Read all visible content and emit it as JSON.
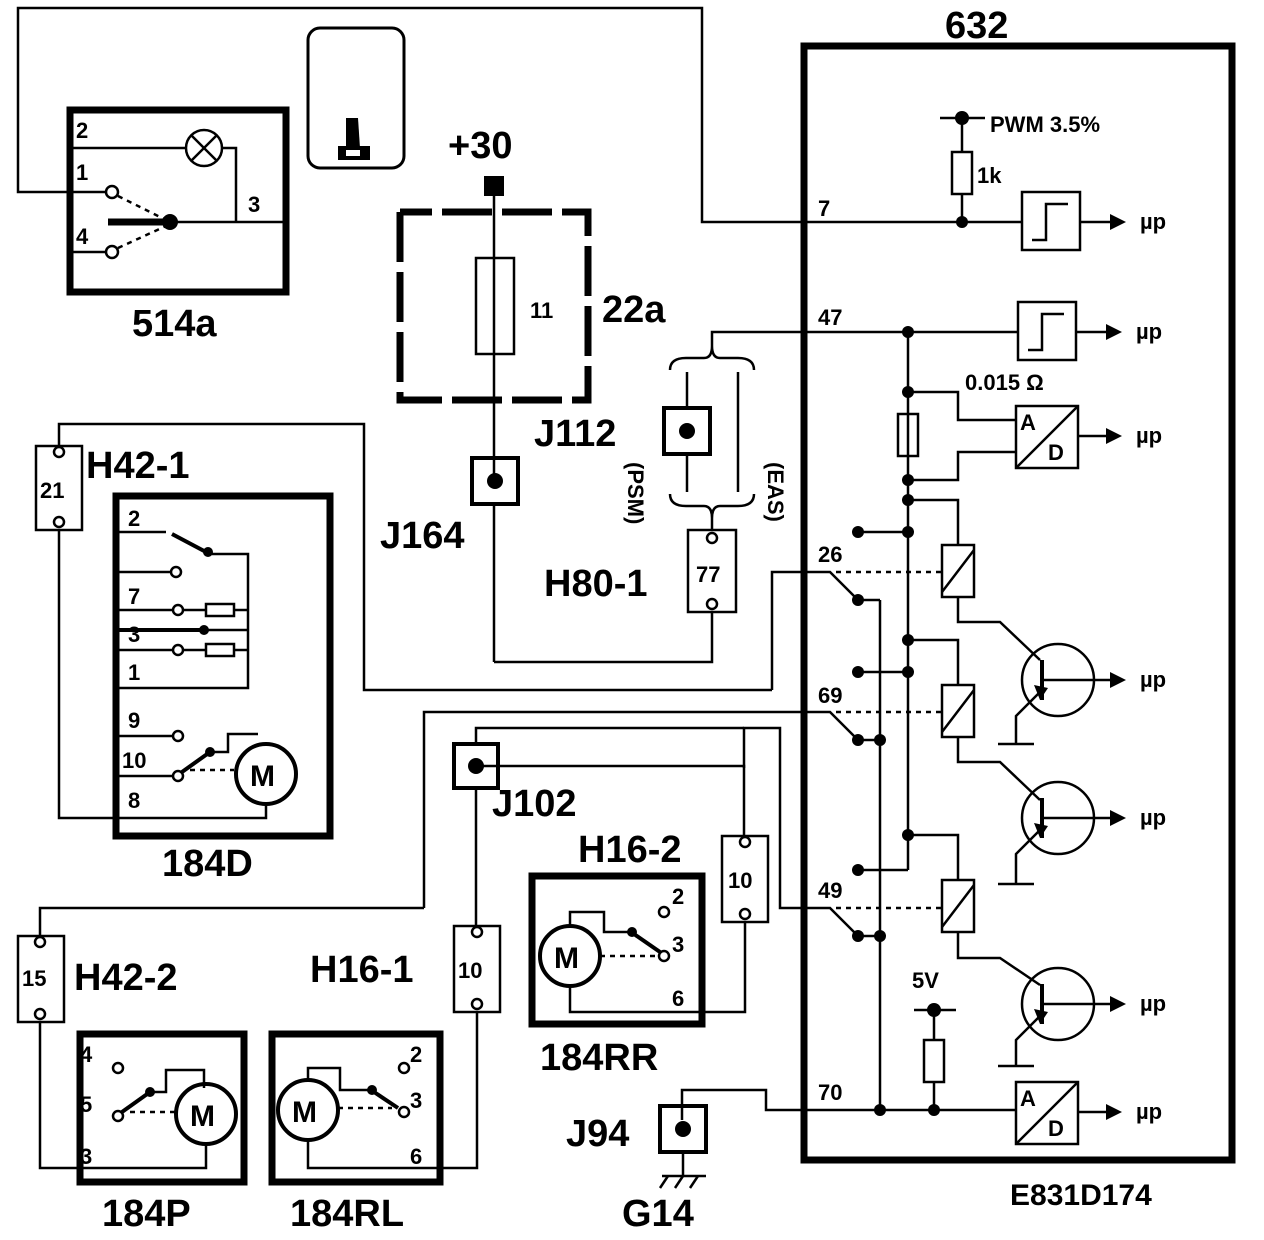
{
  "labels": {
    "ecu": "632",
    "ecu_code": "E831D174",
    "supply": "+30",
    "fuse_box": "22a",
    "fuse": "11",
    "pwm": "PWM 3.5%",
    "r1k": "1k",
    "shunt": "0.015 Ω",
    "v5": "5V",
    "up": "µp",
    "ad_a": "A",
    "ad_d": "D",
    "psm": "(PSM)",
    "eas": "(EAS)",
    "motor": "M",
    "pin7": "7",
    "pin47": "47",
    "pin26": "26",
    "pin69": "69",
    "pin49": "49",
    "pin70": "70"
  },
  "components": {
    "switch514a": {
      "name": "514a",
      "pins": [
        "2",
        "1",
        "4",
        "3"
      ]
    },
    "j164": "J164",
    "j112": "J112",
    "j102": "J102",
    "j94": "J94",
    "g14": "G14",
    "h80_1": {
      "name": "H80-1",
      "pin": "77"
    },
    "h42_1": {
      "name": "H42-1",
      "pin": "21"
    },
    "h42_2": {
      "name": "H42-2",
      "pin": "15"
    },
    "h16_1": {
      "name": "H16-1",
      "pin": "10"
    },
    "h16_2": {
      "name": "H16-2",
      "pin": "10"
    },
    "m184d": {
      "name": "184D",
      "pins": [
        "2",
        "7",
        "3",
        "1",
        "9",
        "10",
        "8"
      ]
    },
    "m184p": {
      "name": "184P",
      "pins": [
        "4",
        "5",
        "3"
      ]
    },
    "m184rl": {
      "name": "184RL",
      "pins": [
        "2",
        "3",
        "6"
      ]
    },
    "m184rr": {
      "name": "184RR",
      "pins": [
        "2",
        "3",
        "6"
      ]
    }
  }
}
